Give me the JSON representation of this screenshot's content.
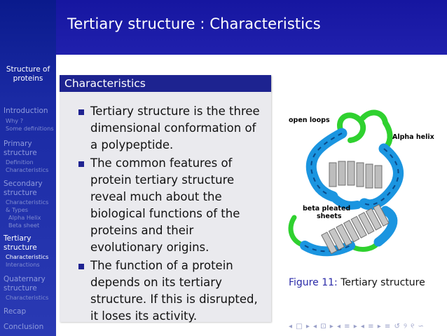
{
  "header": {
    "title": "Tertiary structure : Characteristics"
  },
  "sidebar": {
    "title": "Structure of\nproteins",
    "sections": [
      {
        "label": "Introduction",
        "subs": [
          "Why ?",
          "Some definitions"
        ]
      },
      {
        "label": "Primary\nstructure",
        "subs": [
          "Definition",
          "Characteristics"
        ]
      },
      {
        "label": "Secondary\nstructure",
        "subs": [
          "Characteristics\n& Types",
          "Alpha Helix",
          "Beta sheet"
        ]
      },
      {
        "label": "Tertiary\nstructure",
        "subs": [
          "Characteristics",
          "Interactions"
        ]
      },
      {
        "label": "Quaternary\nstructure",
        "subs": [
          "Characteristics"
        ]
      },
      {
        "label": "Recap",
        "subs": []
      },
      {
        "label": "Conclusion",
        "subs": []
      }
    ]
  },
  "block": {
    "title": "Characteristics",
    "bullets": [
      "Tertiary structure is the three dimensional conformation of a polypeptide.",
      "The common features of protein tertiary structure reveal much about the biological functions of the proteins and their evolutionary origins.",
      "The function of a protein depends on its tertiary structure. If this is disrupted, it loses its activity."
    ]
  },
  "figure": {
    "labels": {
      "open_loops": "open loops",
      "alpha_helix": "Alpha helix",
      "beta_line1": "beta pleated",
      "beta_line2": "sheets"
    },
    "caption_number": "Figure 11:",
    "caption_text": "Tertiary structure"
  },
  "nav_symbols": "◂ □ ▸ ◂ ⊡ ▸ ◂ ≡ ▸ ◂ ≡ ▸   ≡   ↺ ୨ ୧ ∽"
}
